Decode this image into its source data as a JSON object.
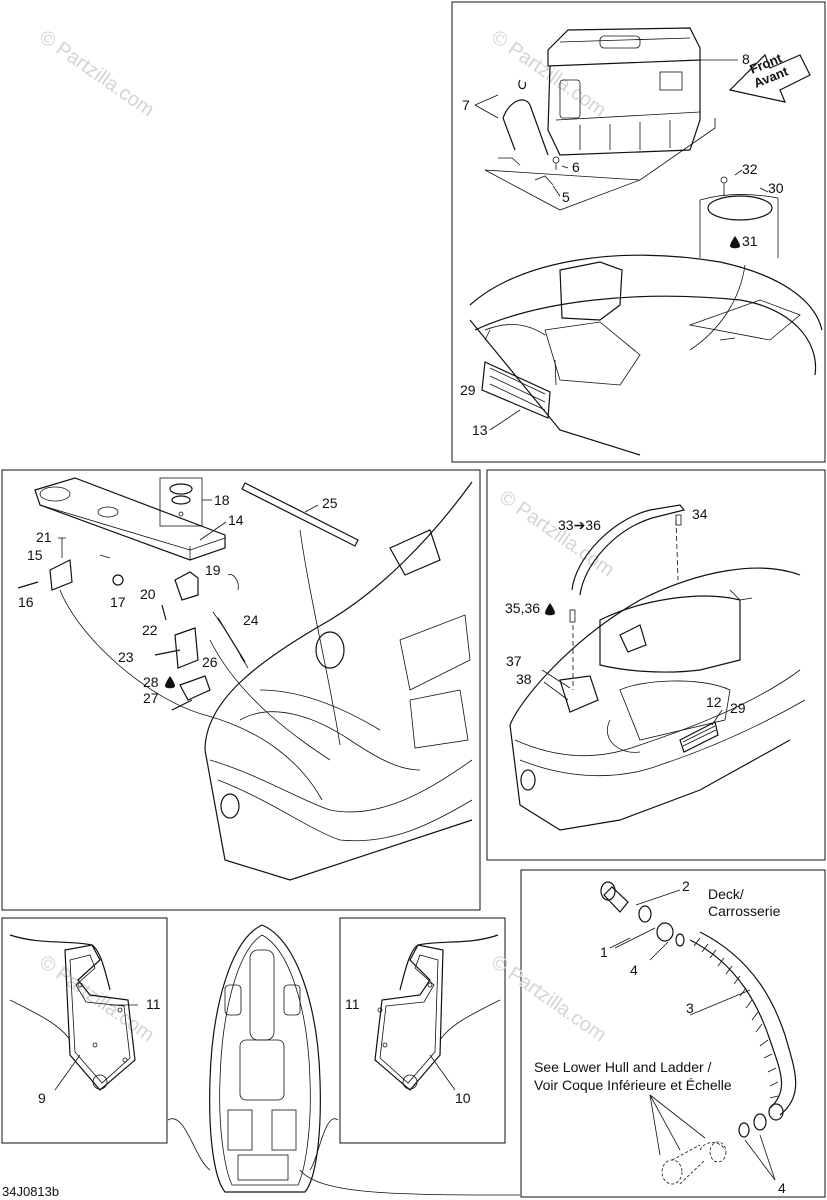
{
  "watermark": "© Partzilla.com",
  "diagram_code": "34J0813b",
  "front_arrow": {
    "line1": "Front",
    "line2": "Avant"
  },
  "deck_note": {
    "line1": "Deck/",
    "line2": "Carrosserie"
  },
  "see_note": {
    "line1": "See Lower Hull and Ladder /",
    "line2": "Voir Coque Inférieure et Échelle"
  },
  "callouts": {
    "c1": "1",
    "c2": "2",
    "c3": "3",
    "c4a": "4",
    "c4b": "4",
    "c5": "5",
    "c6": "6",
    "c7": "7",
    "c8": "8",
    "c9": "9",
    "c10": "10",
    "c11a": "11",
    "c11b": "11",
    "c12": "12",
    "c13": "13",
    "c14": "14",
    "c15": "15",
    "c16": "16",
    "c17": "17",
    "c18": "18",
    "c19": "19",
    "c20": "20",
    "c21": "21",
    "c22": "22",
    "c23": "23",
    "c24": "24",
    "c25": "25",
    "c26": "26",
    "c27": "27",
    "c28": "28",
    "c29a": "29",
    "c29b": "29",
    "c30": "30",
    "c31": "31",
    "c32": "32",
    "c33": "33➔36",
    "c34": "34",
    "c35": "35,36",
    "c37": "37",
    "c38": "38"
  }
}
